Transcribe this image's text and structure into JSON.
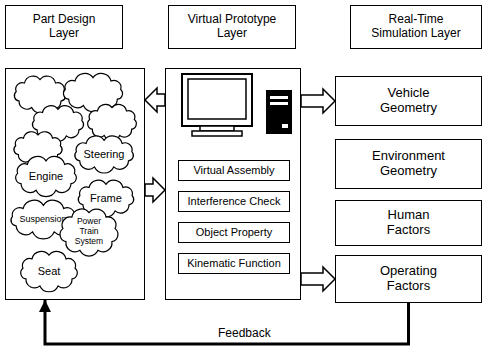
{
  "diagram": {
    "nodes": [
      {
        "text": [
          "Part Design Layer"
        ]
      },
      {
        "text": [
          "Virtual Prototype Layer"
        ]
      },
      {
        "text": [
          "Real-Time Simulation Layer"
        ]
      },
      {
        "text": []
      },
      {
        "text": [
          "Steering"
        ],
        "in": 3
      },
      {
        "text": [
          "Engine"
        ],
        "in": 3
      },
      {
        "text": [
          "Frame"
        ],
        "in": 3
      },
      {
        "text": [
          "Suspension"
        ],
        "in": 3
      },
      {
        "text": [
          "Power Train System"
        ],
        "in": 3
      },
      {
        "text": [
          "Seat"
        ],
        "in": 3
      },
      {
        "text": []
      },
      {
        "text": [
          "Virtual Assembly"
        ],
        "in": 10
      },
      {
        "text": [
          "Interference Check"
        ],
        "in": 10
      },
      {
        "text": [
          "Object Property"
        ],
        "in": 10
      },
      {
        "text": [
          "Kinematic Function"
        ],
        "in": 10
      },
      {
        "text": [
          "Vehicle Geometry"
        ]
      },
      {
        "text": [
          "Environment Geometry"
        ]
      },
      {
        "text": [
          "Human Factors"
        ]
      },
      {
        "text": [
          "Operating Factors"
        ]
      }
    ],
    "edges": [
      {
        "from": 10,
        "to": 3,
        "arrow": "to"
      },
      {
        "from": 3,
        "to": 10,
        "arrow": "to"
      },
      {
        "from": 10,
        "to": 15,
        "arrow": "to"
      },
      {
        "from": 10,
        "to": 18,
        "arrow": "to"
      },
      {
        "from": 18,
        "to": 3,
        "arrow": "to",
        "label": "Feedback"
      }
    ]
  }
}
